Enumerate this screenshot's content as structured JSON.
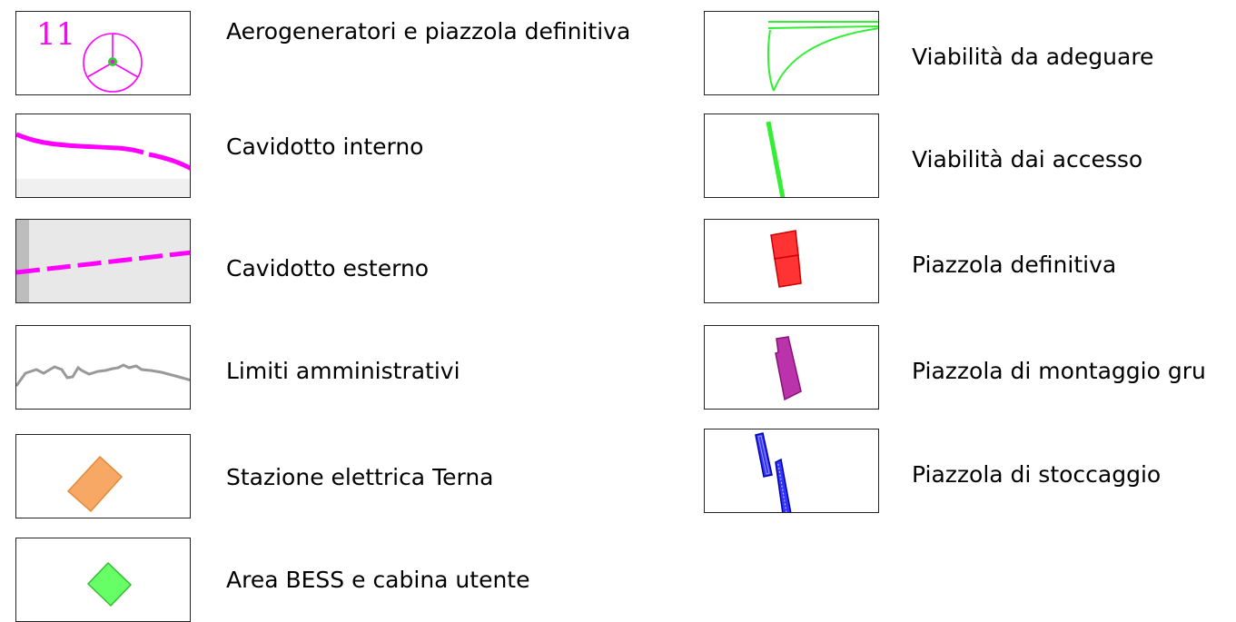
{
  "legend": {
    "left_column": [
      {
        "label": "Aerogeneratori e piazzola definitiva",
        "symbol": "wind-turbine-icon",
        "turbine_number": "11",
        "color": "#ff00ff"
      },
      {
        "label": "Cavidotto interno",
        "symbol": "internal-cable-line",
        "color": "#ff00ff"
      },
      {
        "label": "Cavidotto esterno",
        "symbol": "external-cable-dashed-line",
        "color": "#ff00ff"
      },
      {
        "label": "Limiti amministrativi",
        "symbol": "administrative-boundary-line",
        "color": "#999999"
      },
      {
        "label": "Stazione elettrica Terna",
        "symbol": "substation-polygon",
        "color": "#f7a864"
      },
      {
        "label": "Area BESS e cabina utente",
        "symbol": "bess-area-polygon",
        "color": "#66ff66"
      }
    ],
    "right_column": [
      {
        "label": "Viabilità da adeguare",
        "symbol": "road-upgrade-line",
        "color": "#33ee33"
      },
      {
        "label": "Viabilità dai accesso",
        "symbol": "access-road-line",
        "color": "#33ee33"
      },
      {
        "label": "Piazzola definitiva",
        "symbol": "final-pad-polygon",
        "color": "#ff3333"
      },
      {
        "label": "Piazzola di montaggio gru",
        "symbol": "crane-pad-polygon",
        "color": "#bb33aa"
      },
      {
        "label": "Piazzola di stoccaggio",
        "symbol": "storage-pad-polygon",
        "color": "#3333ff"
      }
    ]
  }
}
